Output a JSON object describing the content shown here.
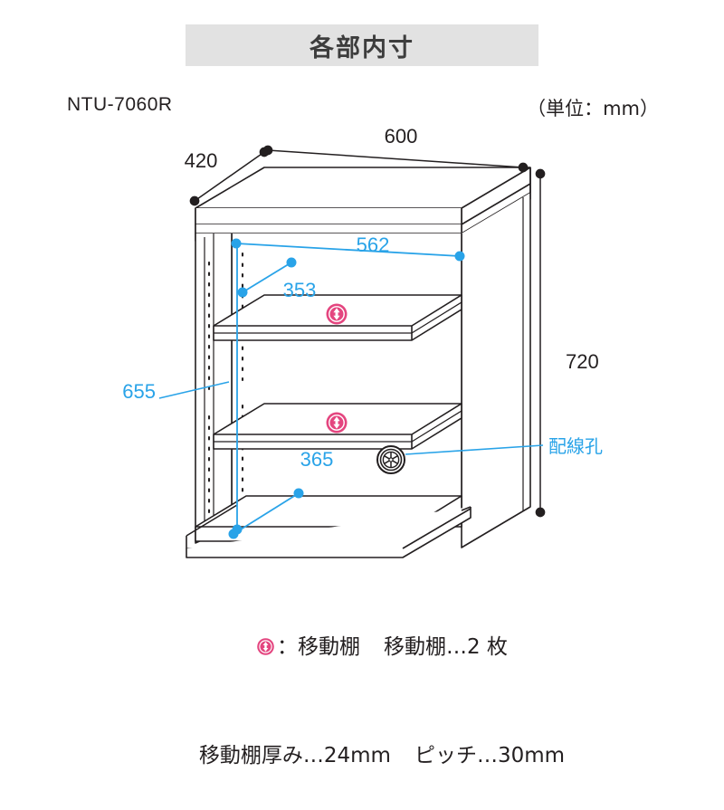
{
  "header": {
    "title": "各部内寸"
  },
  "product": {
    "model_code": "NTU-7060R",
    "unit_note": "（単位：mm）"
  },
  "colors": {
    "banner_bg": "#e2e2e2",
    "text": "#231f20",
    "inner_dimension": "#29a3e8",
    "shelf_marker": "#e4457f",
    "line": "#231f20"
  },
  "dimensions": {
    "outer": [
      {
        "label": "600",
        "name": "outer-width",
        "color": "#231f20"
      },
      {
        "label": "420",
        "name": "outer-depth",
        "color": "#231f20"
      },
      {
        "label": "720",
        "name": "outer-height",
        "color": "#231f20"
      }
    ],
    "inner": [
      {
        "label": "562",
        "name": "inner-width",
        "color": "#29a3e8"
      },
      {
        "label": "353",
        "name": "inner-depth-upper",
        "color": "#29a3e8"
      },
      {
        "label": "655",
        "name": "inner-height",
        "color": "#29a3e8"
      },
      {
        "label": "365",
        "name": "inner-depth-lower",
        "color": "#29a3e8"
      }
    ]
  },
  "callouts": [
    {
      "label": "配線孔",
      "name": "cable-hole",
      "color": "#29a3e8"
    }
  ],
  "legend": {
    "line1_icon_label": "：移動棚",
    "line1_count": "移動棚…2 枚",
    "line2_thickness": "移動棚厚み…24mm",
    "line2_pitch": "ピッチ…30mm"
  },
  "chart_data": {
    "type": "diagram",
    "title": "各部内寸",
    "subject": "NTU-7060R open shelf cabinet",
    "unit": "mm",
    "measurements": [
      {
        "name": "outer_width",
        "value": 600,
        "style": "black"
      },
      {
        "name": "outer_depth",
        "value": 420,
        "style": "black"
      },
      {
        "name": "outer_height",
        "value": 720,
        "style": "black"
      },
      {
        "name": "inner_width",
        "value": 562,
        "style": "blue"
      },
      {
        "name": "inner_depth_upper",
        "value": 353,
        "style": "blue"
      },
      {
        "name": "inner_height",
        "value": 655,
        "style": "blue"
      },
      {
        "name": "inner_depth_lower",
        "value": 365,
        "style": "blue"
      }
    ],
    "features": [
      {
        "name": "cable_hole",
        "label": "配線孔",
        "count": 1
      },
      {
        "name": "movable_shelf",
        "label": "移動棚",
        "count": 2,
        "thickness_mm": 24,
        "pitch_mm": 30
      }
    ]
  }
}
